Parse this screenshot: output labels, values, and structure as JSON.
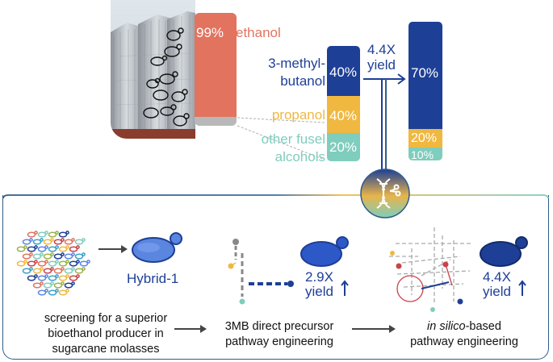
{
  "colors": {
    "ethanol": "#e2735f",
    "methylbutanol": "#1e3f96",
    "propanol": "#f0b840",
    "fusel": "#7fcdbd",
    "gray": "#b3b3b3",
    "panel_border": "#2f5c87"
  },
  "top": {
    "ethanol": {
      "pct": "99%",
      "label": "ethanol"
    },
    "methylbutanol": {
      "label_line1": "3-methyl-",
      "label_line2": "butanol",
      "pct_before": "40%",
      "pct_after": "70%"
    },
    "propanol": {
      "label": "propanol",
      "pct_before": "40%",
      "pct_after": "20%"
    },
    "fusel": {
      "label_line1": "other fusel",
      "label_line2": "alcohols",
      "pct_before": "20%",
      "pct_after": "10%"
    },
    "yield": {
      "line1": "4.4X",
      "line2": "yield"
    }
  },
  "center_badge": {
    "icon": "dna-scissors-icon"
  },
  "bottom": {
    "hybrid_label": "Hybrid-1",
    "yield_mid": {
      "line1": "2.9X",
      "line2": "yield"
    },
    "yield_right": {
      "line1": "4.4X",
      "line2": "yield"
    },
    "captions": {
      "left": [
        "screening for a superior",
        "bioethanol producer in",
        "sugarcane molasses"
      ],
      "mid": [
        "3MB direct precursor",
        "pathway engineering"
      ],
      "right_italic": "in silico",
      "right_rest": "-based",
      "right_line2": "pathway engineering"
    }
  }
}
